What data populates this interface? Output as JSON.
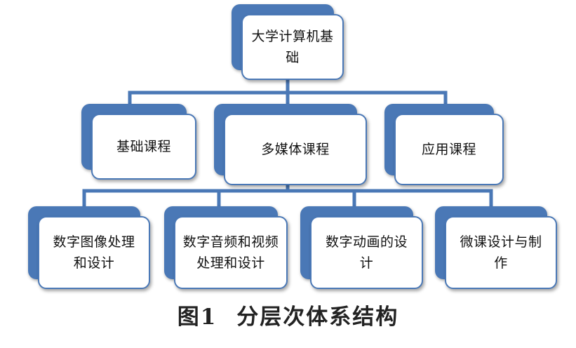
{
  "diagram": {
    "root": {
      "label": "大学计算机基础"
    },
    "level2": [
      {
        "label": "基础课程"
      },
      {
        "label": "多媒体课程"
      },
      {
        "label": "应用课程"
      }
    ],
    "level3": [
      {
        "label": "数字图像处理和设计"
      },
      {
        "label": "数字音频和视频处理和设计"
      },
      {
        "label": "数字动画的设计"
      },
      {
        "label": "微课设计与制作"
      }
    ]
  },
  "caption": {
    "number": "图1",
    "text": "分层次体系结构"
  },
  "colors": {
    "box_back": "#4a78b6",
    "box_border": "#4a78b6",
    "connector": "#4a78b6"
  }
}
